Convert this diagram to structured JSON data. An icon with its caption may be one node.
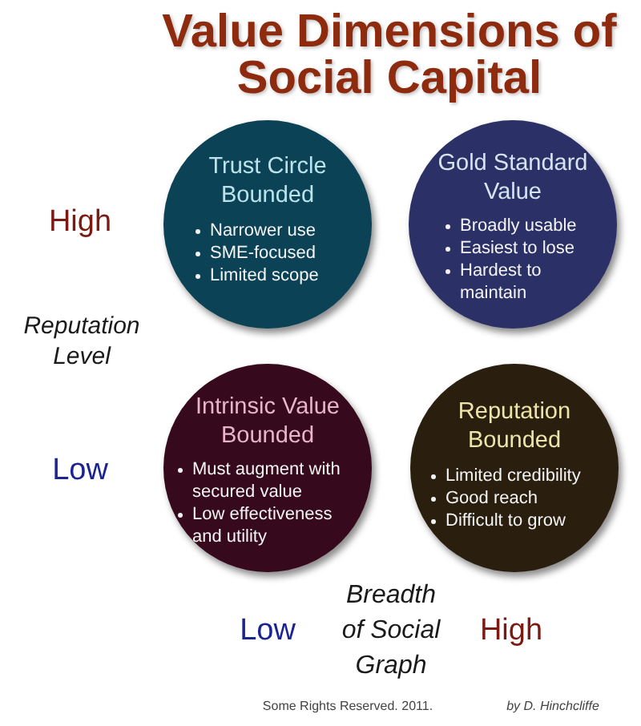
{
  "diagram": {
    "title": "Value Dimensions of Social Capital",
    "nodes": [
      {
        "text": [
          "Trust Circle Bounded",
          "Narrower use",
          "SME-focused",
          "Limited scope"
        ]
      },
      {
        "text": [
          "Gold Standard Value",
          "Broadly usable",
          "Easiest to lose",
          "Hardest to maintain"
        ]
      },
      {
        "text": [
          "Intrinsic Value Bounded",
          "Must augment with secured value",
          "Low effectiveness and utility"
        ]
      },
      {
        "text": [
          "Reputation Bounded",
          "Limited credibility",
          "Good reach",
          "Difficult to grow"
        ]
      }
    ],
    "labels": [
      "High",
      "Reputation Level",
      "Low",
      "Low",
      "Breadth of Social Graph",
      "High",
      "Some Rights Reserved. 2011.",
      "by D. Hinchcliffe"
    ]
  }
}
